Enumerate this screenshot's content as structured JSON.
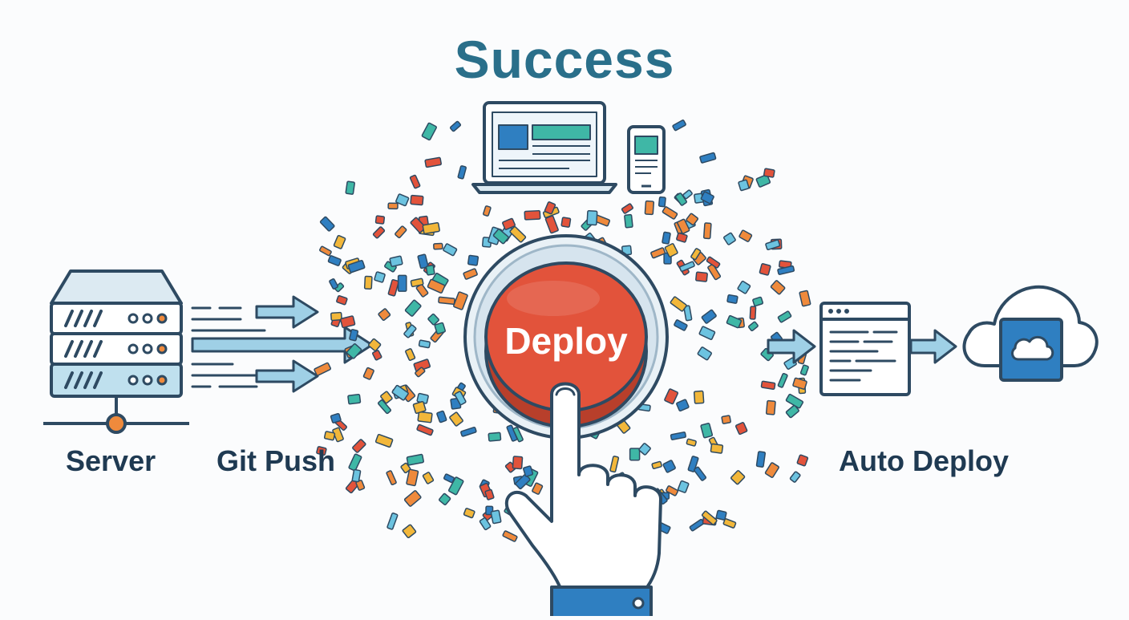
{
  "title": "Success",
  "labels": {
    "server": "Server",
    "git_push": "Git Push",
    "auto_deploy": "Auto Deploy"
  },
  "deploy_button": {
    "label": "Deploy"
  },
  "icons": [
    "server-icon",
    "laptop-icon",
    "phone-icon",
    "hand-pointer-icon",
    "browser-window-icon",
    "cloud-icon"
  ],
  "colors": {
    "title": "#2a6f8a",
    "text": "#1f3a52",
    "outline": "#2e4a62",
    "button_red": "#e2533b",
    "button_ring": "#d6e4ee",
    "blue": "#2f7fc1",
    "teal": "#3fb7a6",
    "light_blue": "#9fd0e6",
    "orange": "#ef8a3c",
    "yellow": "#f2b73a",
    "confetti": [
      "#2f7fc1",
      "#3fb7a6",
      "#ef8a3c",
      "#f2b73a",
      "#e2533b",
      "#6cc3e0"
    ]
  }
}
